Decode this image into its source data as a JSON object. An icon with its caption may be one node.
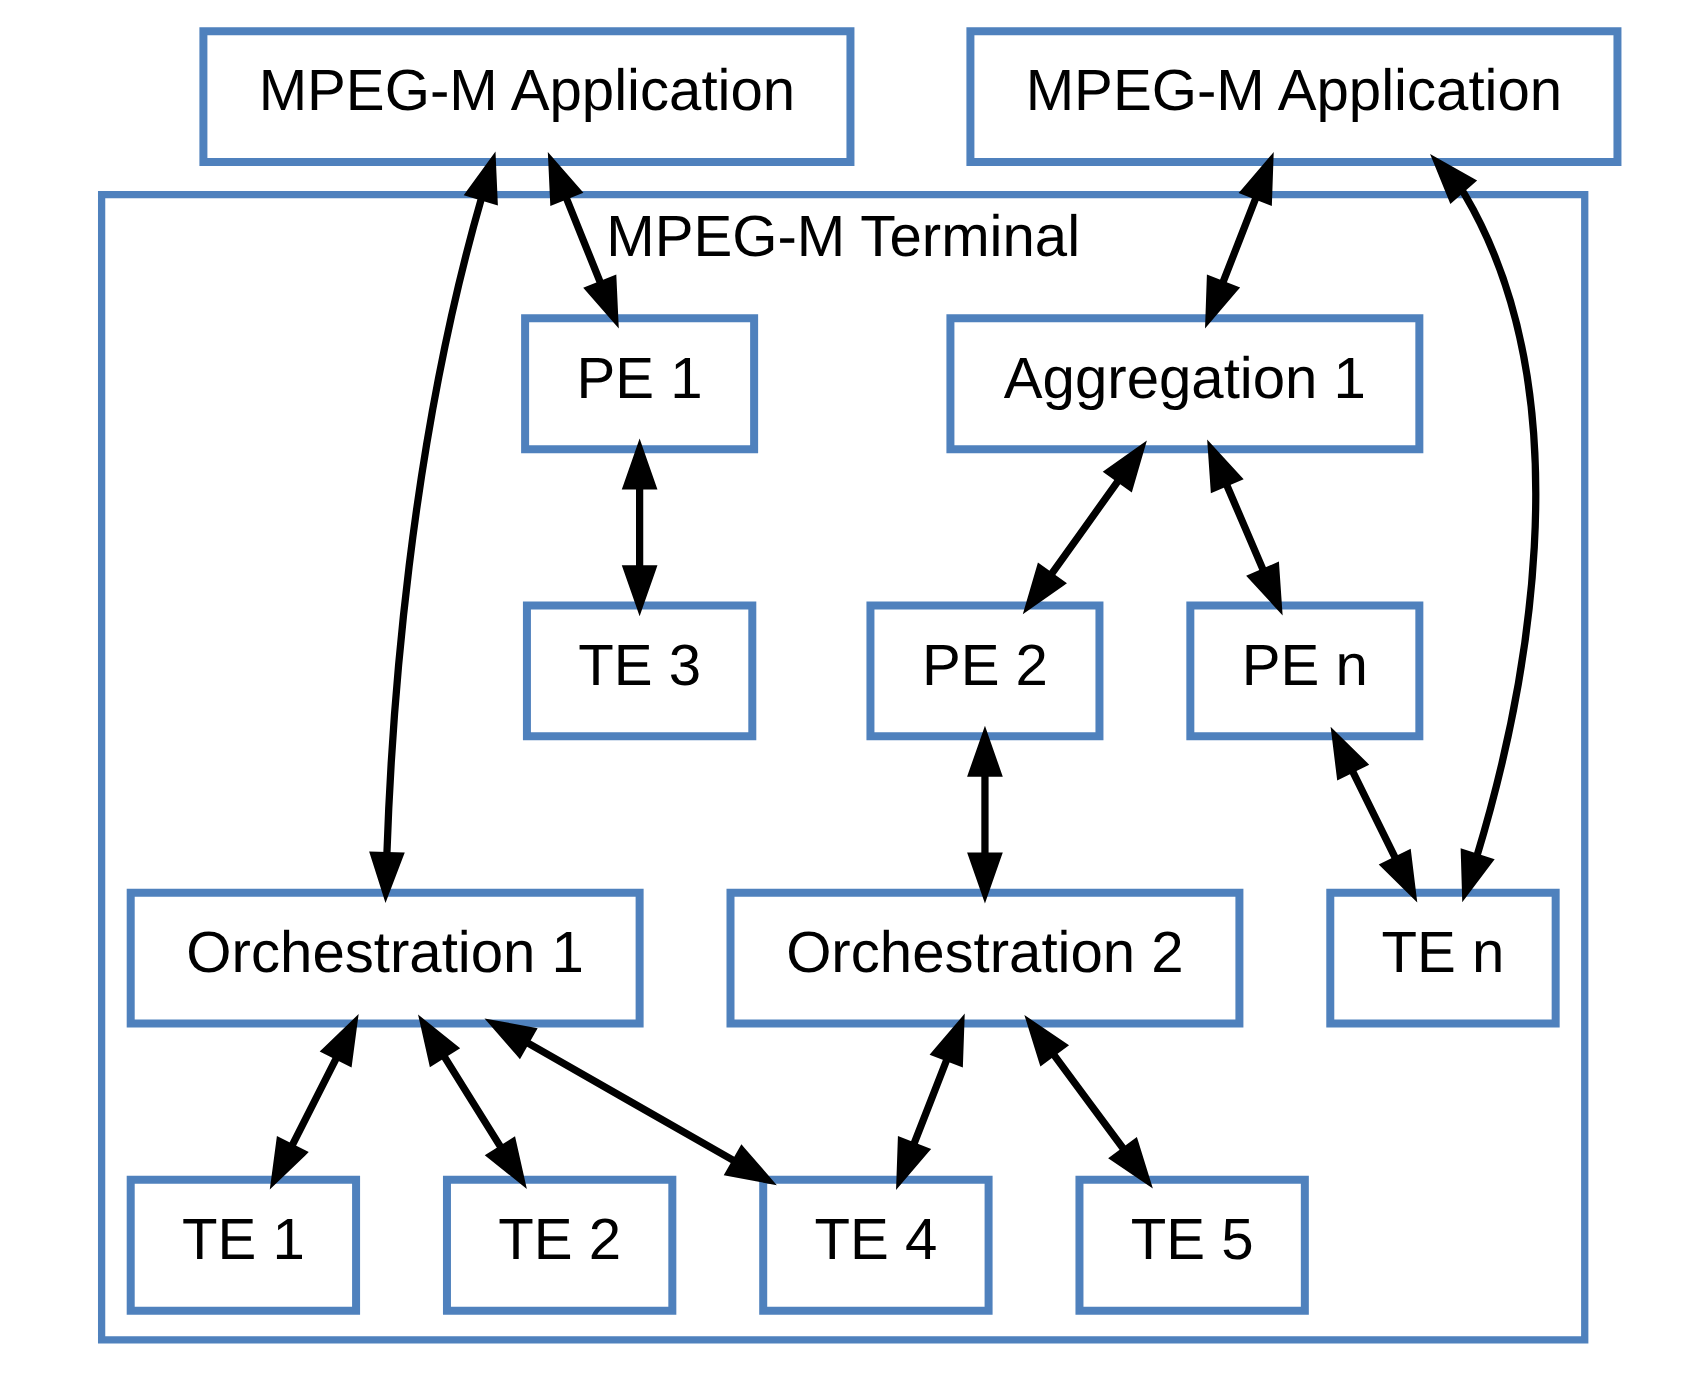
{
  "diagram": {
    "nodes": [
      {
        "text": [
          "MPEG-M Application"
        ]
      },
      {
        "text": [
          "MPEG-M Application"
        ]
      },
      {
        "text": [
          "MPEG-M Terminal"
        ]
      },
      {
        "text": [
          "Aggregation 1"
        ],
        "in": 2
      },
      {
        "text": [
          "PE 1"
        ],
        "in": 2
      },
      {
        "text": [
          "PE 2"
        ],
        "in": 2
      },
      {
        "text": [
          "PE n"
        ],
        "in": 2
      },
      {
        "text": [
          "Orchestration 1"
        ],
        "in": 2
      },
      {
        "text": [
          "Orchestration 2"
        ],
        "in": 2
      },
      {
        "text": [
          "TE 1"
        ],
        "in": 2
      },
      {
        "text": [
          "TE 2"
        ],
        "in": 2
      },
      {
        "text": [
          "TE 3"
        ],
        "in": 2
      },
      {
        "text": [
          "TE 4"
        ],
        "in": 2
      },
      {
        "text": [
          "TE 5"
        ],
        "in": 2
      },
      {
        "text": [
          "TE n"
        ],
        "in": 2
      }
    ],
    "edges": [
      {
        "from": 0,
        "to": 7,
        "arrow": "both"
      },
      {
        "from": 0,
        "to": 4,
        "arrow": "both"
      },
      {
        "from": 1,
        "to": 3,
        "arrow": "both"
      },
      {
        "from": 1,
        "to": 14,
        "arrow": "both"
      },
      {
        "from": 3,
        "to": 5,
        "arrow": "both"
      },
      {
        "from": 3,
        "to": 6,
        "arrow": "both"
      },
      {
        "from": 5,
        "to": 8,
        "arrow": "both"
      },
      {
        "from": 6,
        "to": 14,
        "arrow": "both"
      },
      {
        "from": 4,
        "to": 11,
        "arrow": "both"
      },
      {
        "from": 7,
        "to": 9,
        "arrow": "both"
      },
      {
        "from": 7,
        "to": 10,
        "arrow": "both"
      },
      {
        "from": 7,
        "to": 12,
        "arrow": "both"
      },
      {
        "from": 8,
        "to": 12,
        "arrow": "both"
      },
      {
        "from": 8,
        "to": 13,
        "arrow": "both"
      }
    ]
  }
}
